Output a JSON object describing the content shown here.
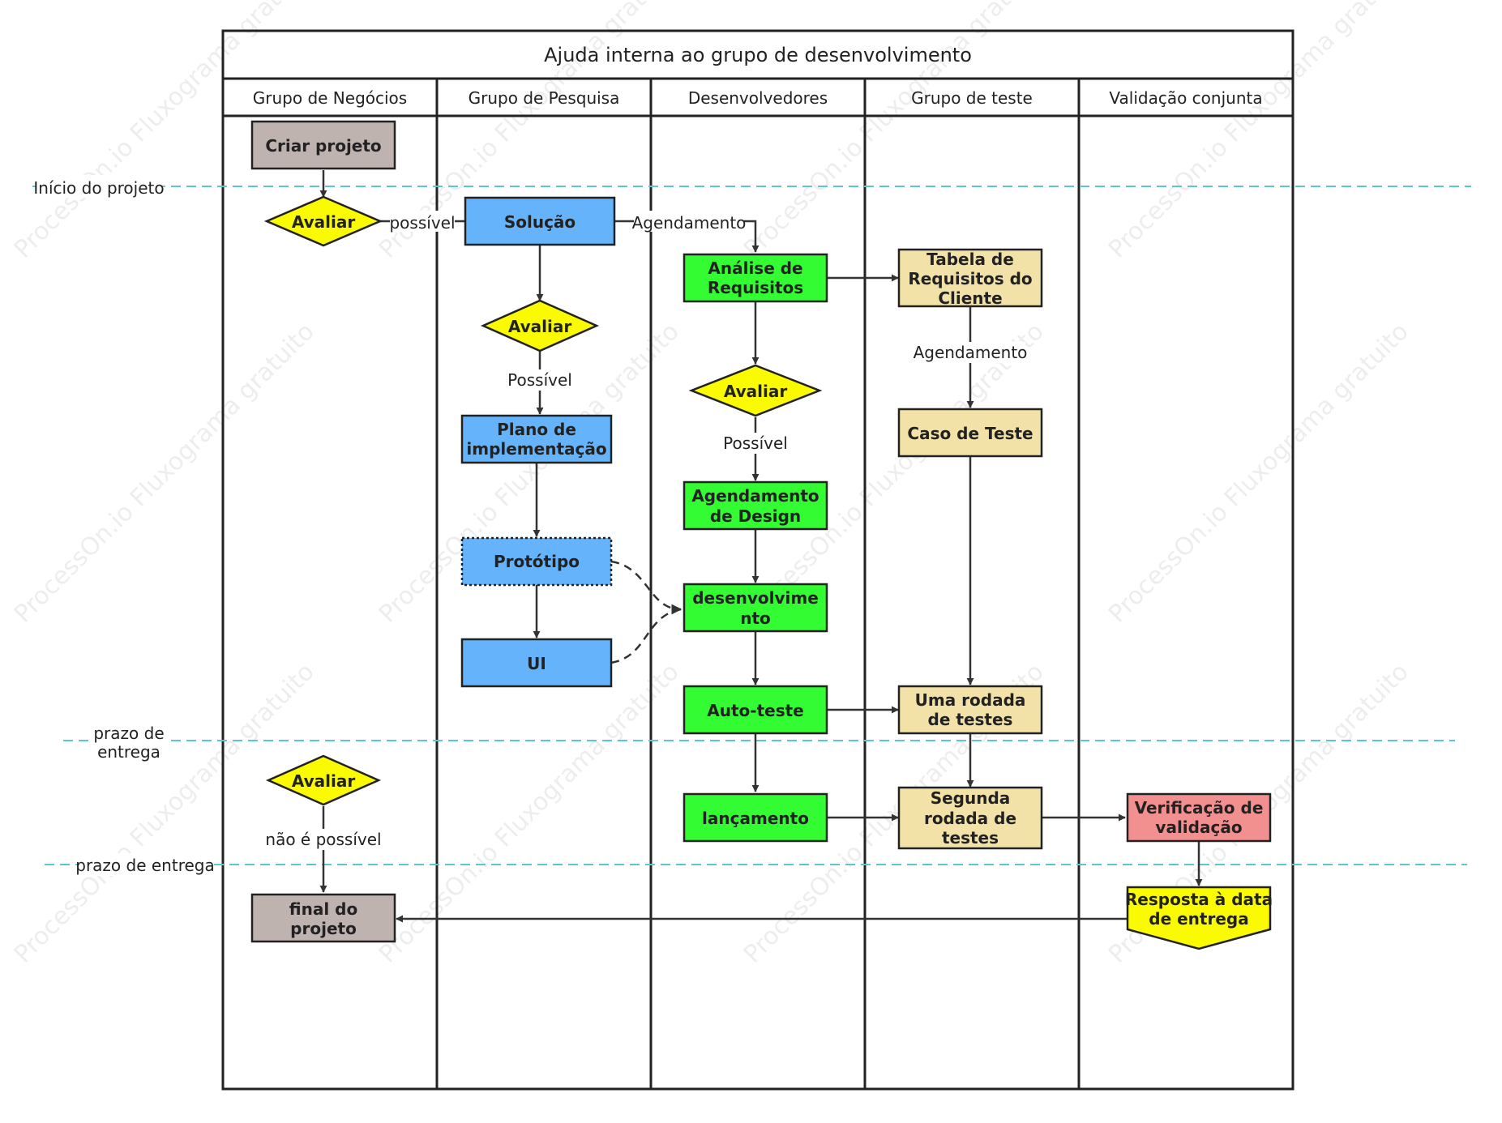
{
  "title": "Ajuda interna ao grupo de desenvolvimento",
  "lanes": [
    "Grupo de Negócios",
    "Grupo de Pesquisa",
    "Desenvolvedores",
    "Grupo de teste",
    "Validação conjunta"
  ],
  "milestones": {
    "start": "Início do projeto",
    "deadline1": [
      "prazo de",
      "entrega"
    ],
    "deadline2": "prazo de entrega"
  },
  "nodes": {
    "criar_projeto": [
      "Criar projeto"
    ],
    "avaliar_negocios_1": [
      "Avaliar"
    ],
    "solucao": [
      "Solução"
    ],
    "avaliar_pesquisa": [
      "Avaliar"
    ],
    "plano_implementacao": [
      "Plano de",
      "implementação"
    ],
    "prototipo": [
      "Protótipo"
    ],
    "ui": [
      "UI"
    ],
    "analise_requisitos": [
      "Análise de",
      "Requisitos"
    ],
    "avaliar_dev": [
      "Avaliar"
    ],
    "agendamento_design": [
      "Agendamento",
      "de Design"
    ],
    "desenvolvimento": [
      "desenvolvime",
      "nto"
    ],
    "auto_teste": [
      "Auto-teste"
    ],
    "lancamento": [
      "lançamento"
    ],
    "tabela_requisitos": [
      "Tabela de",
      "Requisitos do",
      "Cliente"
    ],
    "caso_teste": [
      "Caso de Teste"
    ],
    "rodada_testes_1": [
      "Uma rodada",
      "de testes"
    ],
    "rodada_testes_2": [
      "Segunda",
      "rodada de",
      "testes"
    ],
    "verificacao_validacao": [
      "Verificação de",
      "validação"
    ],
    "resposta_entrega": [
      "Resposta à data",
      "de entrega"
    ],
    "avaliar_negocios_2": [
      "Avaliar"
    ],
    "final_projeto": [
      "final do",
      "projeto"
    ]
  },
  "edge_labels": {
    "possivel_1": "possível",
    "agendamento_1": "Agendamento",
    "possivel_2": "Possível",
    "agendamento_2": "Agendamento",
    "possivel_3": "Possível",
    "nao_possivel": "não é possível"
  },
  "watermark": "ProcessOn.io Fluxograma gratuito",
  "colors": {
    "gray_box": "#bfb3b0",
    "blue_box": "#64b3fb",
    "green_box": "#33fc32",
    "tan_box": "#f2e2a8",
    "red_box": "#f29090",
    "diamond": "#fbfb00",
    "milestone_line": "#5dc6cf",
    "stroke": "#222222"
  }
}
